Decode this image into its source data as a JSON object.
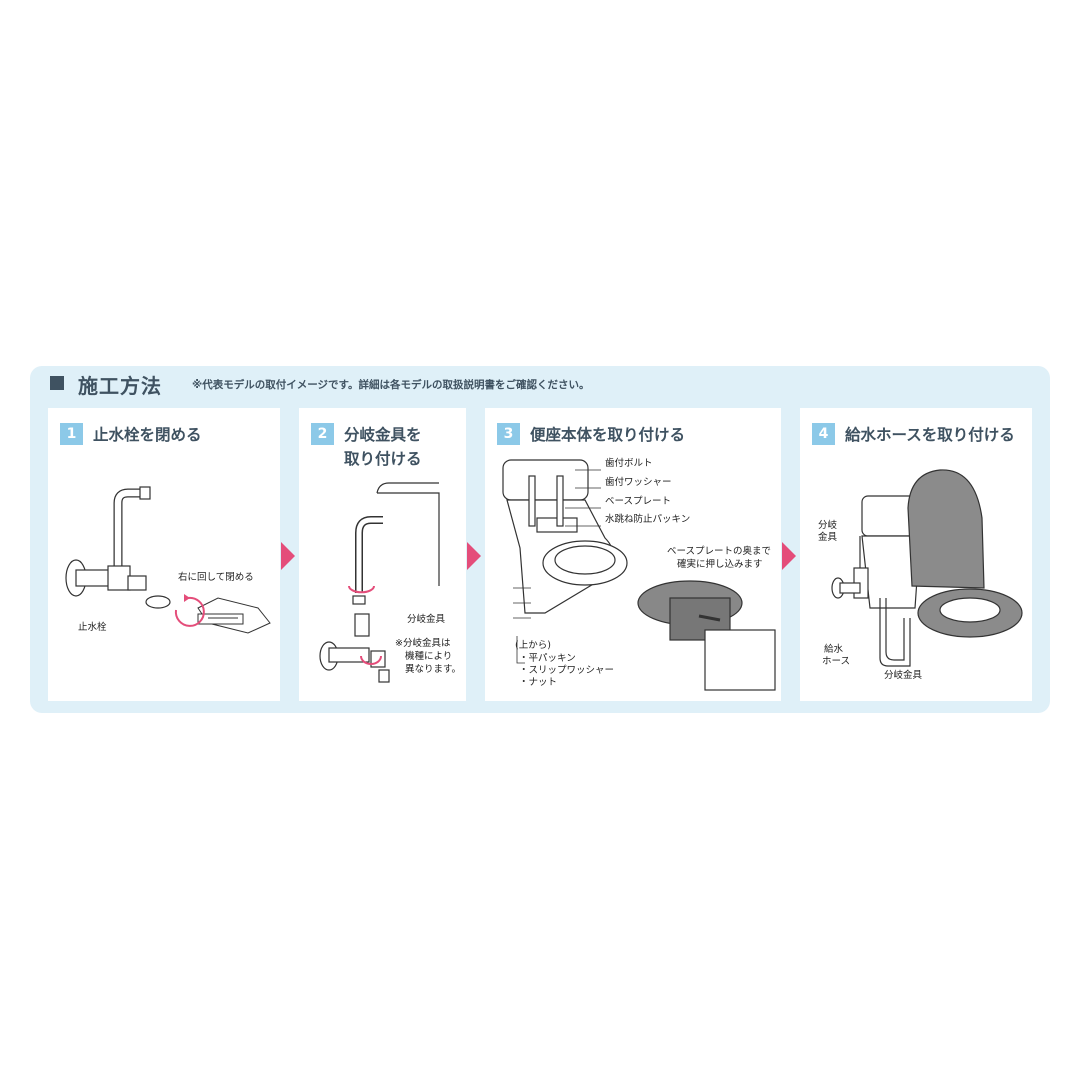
{
  "header": {
    "title": "施工方法",
    "note": "※代表モデルの取付イメージです。詳細は各モデルの取扱説明書をご確認ください。"
  },
  "steps": [
    {
      "num": "1",
      "title": "止水栓を閉める",
      "labels": {
        "turn": "右に回して閉める",
        "valve": "止水栓"
      }
    },
    {
      "num": "2",
      "title_line1": "分岐金具を",
      "title_line2": "取り付ける",
      "labels": {
        "fitting": "分岐金具",
        "note1": "※分岐金具は",
        "note2": "機種により",
        "note3": "異なります。"
      }
    },
    {
      "num": "3",
      "title": "便座本体を取り付ける",
      "labels": {
        "bolt": "歯付ボルト",
        "washer": "歯付ワッシャー",
        "baseplate": "ベースプレート",
        "packing": "水跳ね防止パッキン",
        "push1": "ベースプレートの奥まで",
        "push2": "確実に押し込みます",
        "from_top": "(上から)",
        "item1": "・平パッキン",
        "item2": "・スリップワッシャー",
        "item3": "・ナット"
      }
    },
    {
      "num": "4",
      "title": "給水ホースを取り付ける",
      "labels": {
        "fitting1": "分岐",
        "fitting2": "金具",
        "hose1": "給水",
        "hose2": "ホース",
        "fitting_bottom": "分岐金具"
      }
    }
  ],
  "colors": {
    "accent": "#e44d7a",
    "num_bg": "#8cc9e8",
    "panel_bg": "#dff0f8",
    "text": "#3f5261"
  }
}
